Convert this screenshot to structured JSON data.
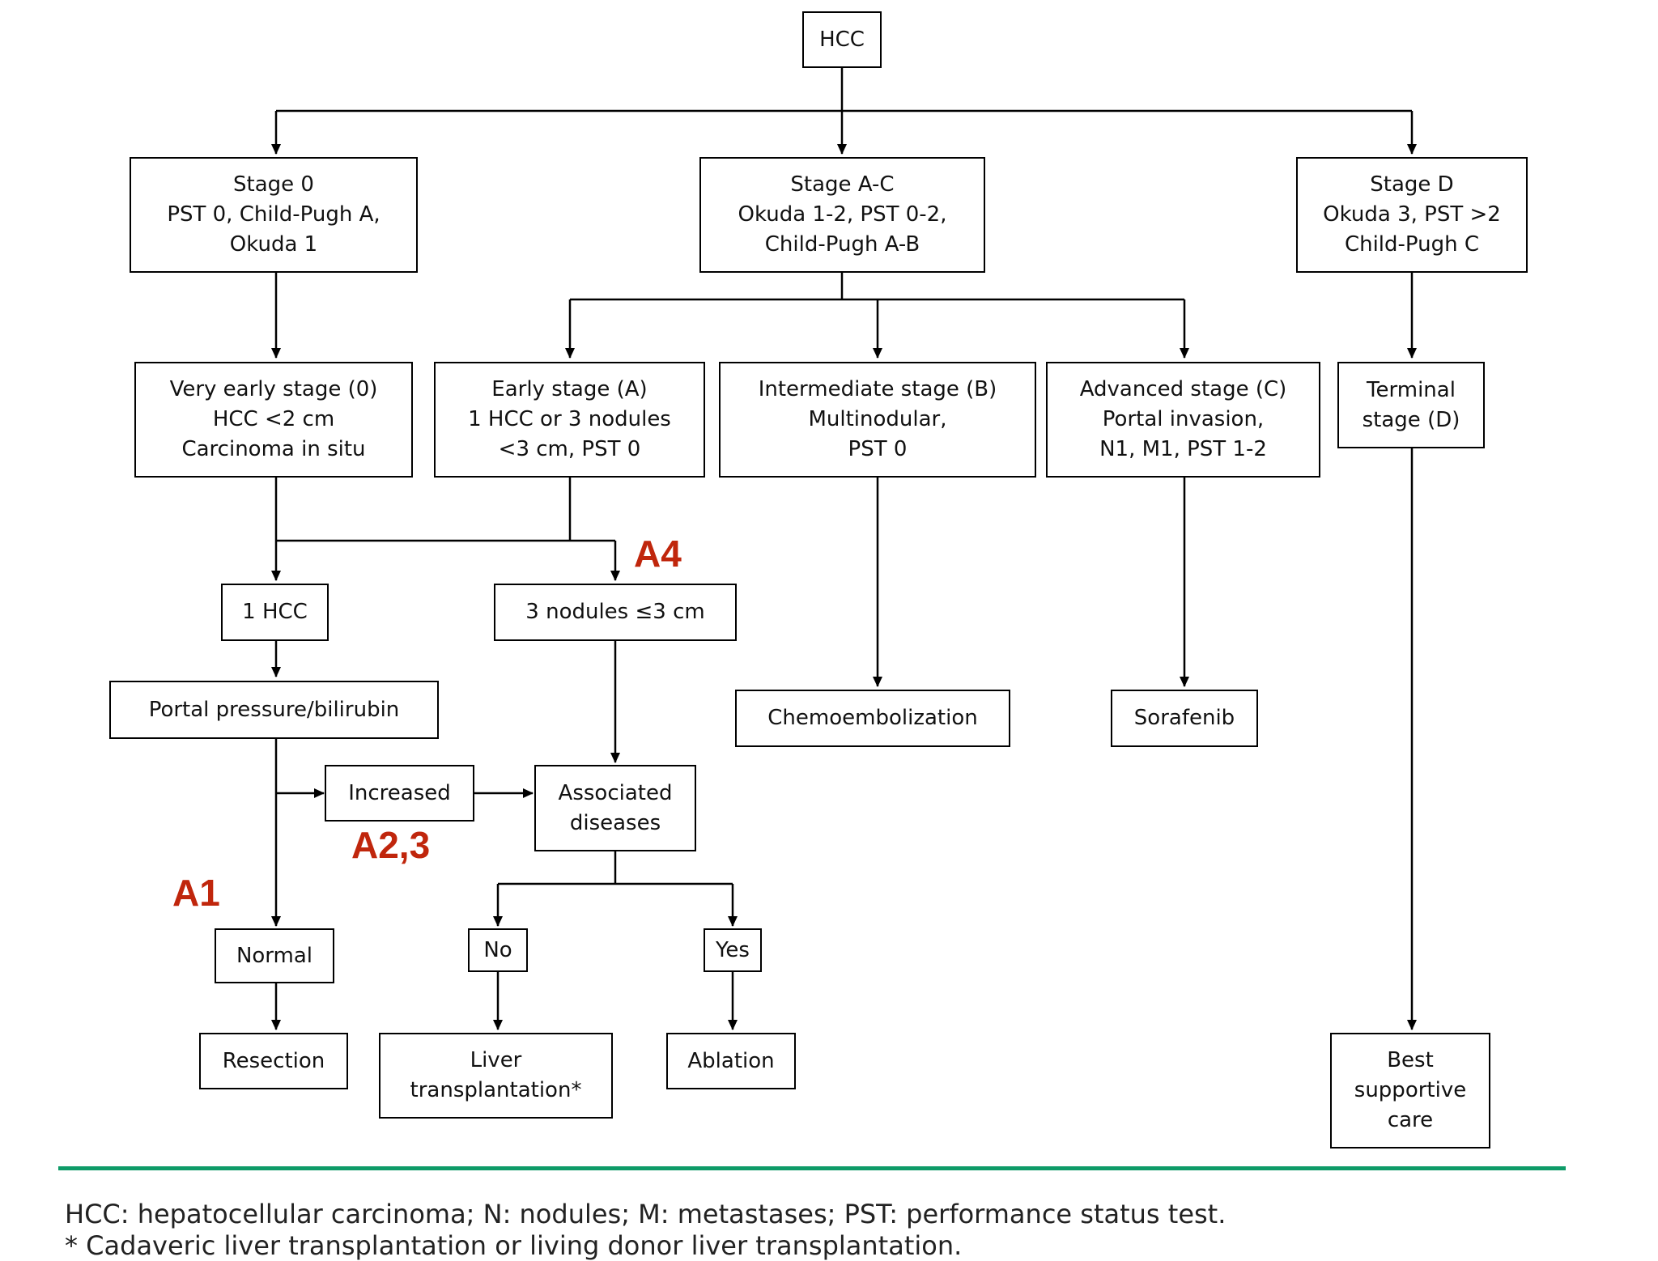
{
  "nodes": {
    "hcc": "HCC",
    "stage0": "Stage 0\nPST 0, Child-Pugh A,\nOkuda 1",
    "stageAC": "Stage A-C\nOkuda 1-2, PST 0-2,\nChild-Pugh A-B",
    "stageD": "Stage D\nOkuda 3, PST >2\nChild-Pugh C",
    "very_early": "Very early stage (0)\nHCC <2 cm\nCarcinoma in situ",
    "early": "Early stage (A)\n1 HCC or 3 nodules\n<3 cm, PST 0",
    "intermediate": "Intermediate stage (B)\nMultinodular,\nPST 0",
    "advanced": "Advanced stage (C)\nPortal invasion,\nN1, M1, PST 1-2",
    "terminal": "Terminal\nstage (D)",
    "one_hcc": "1 HCC",
    "three_nodules": "3 nodules ≤3 cm",
    "portal": "Portal pressure/bilirubin",
    "chemo": "Chemoembolization",
    "sorafenib": "Sorafenib",
    "increased": "Increased",
    "associated": "Associated\ndiseases",
    "normal": "Normal",
    "no": "No",
    "yes": "Yes",
    "resection": "Resection",
    "liver_tx": "Liver\ntransplantation*",
    "ablation": "Ablation",
    "best_care": "Best\nsupportive\ncare"
  },
  "annotations": {
    "a1": "A1",
    "a23": "A2,3",
    "a4": "A4"
  },
  "footnotes": {
    "line1": "HCC: hepatocellular carcinoma; N: nodules; M: metastases; PST: performance status test.",
    "line2": "* Cadaveric liver transplantation or living donor liver transplantation."
  },
  "colors": {
    "annotation": "#c0260c",
    "rule": "#0e9b68"
  }
}
